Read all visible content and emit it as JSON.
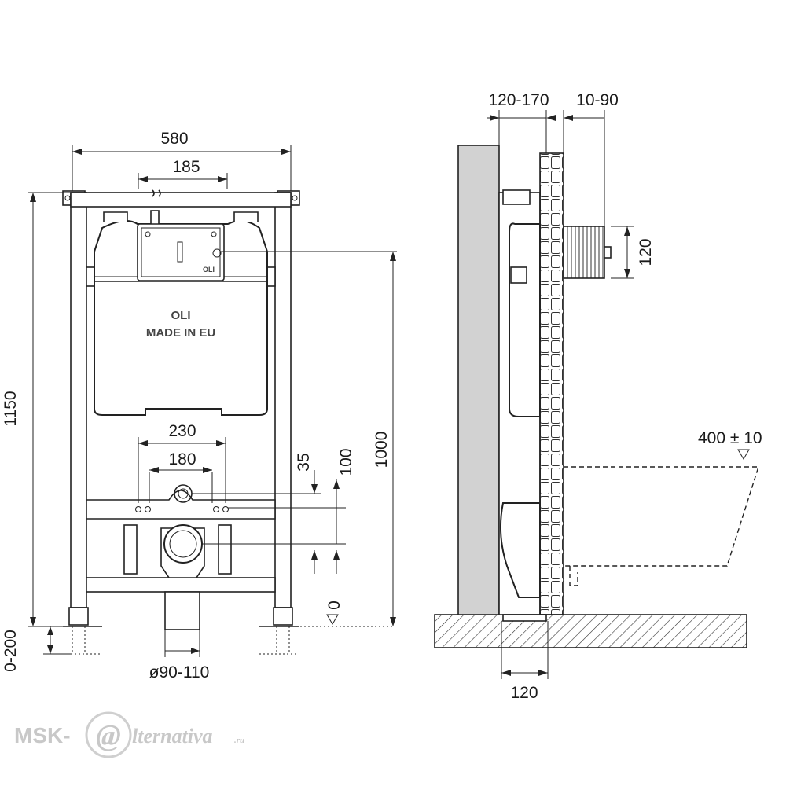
{
  "dimensions": {
    "front_width": "580",
    "flush_plate_width": "185",
    "frame_height": "1150",
    "bowl_bolt_outer": "230",
    "bowl_bolt_inner": "180",
    "gap_35": "35",
    "gap_100": "100",
    "tank_top_height": "1000",
    "leg_adjust": "0-200",
    "waste_pipe": "ø90-110",
    "zero_level": "0",
    "wall_depth": "120-170",
    "nozzle_depth": "10-90",
    "nozzle_height": "120",
    "base_depth": "120",
    "bowl_height": "400 ± 10"
  },
  "tank_labels": {
    "brand": "OLI",
    "origin": "MADE IN EU",
    "plate_brand": "OLI"
  },
  "watermark": {
    "left": "MSK-",
    "at": "@",
    "right": "lternativa",
    "tld": ".ru"
  }
}
